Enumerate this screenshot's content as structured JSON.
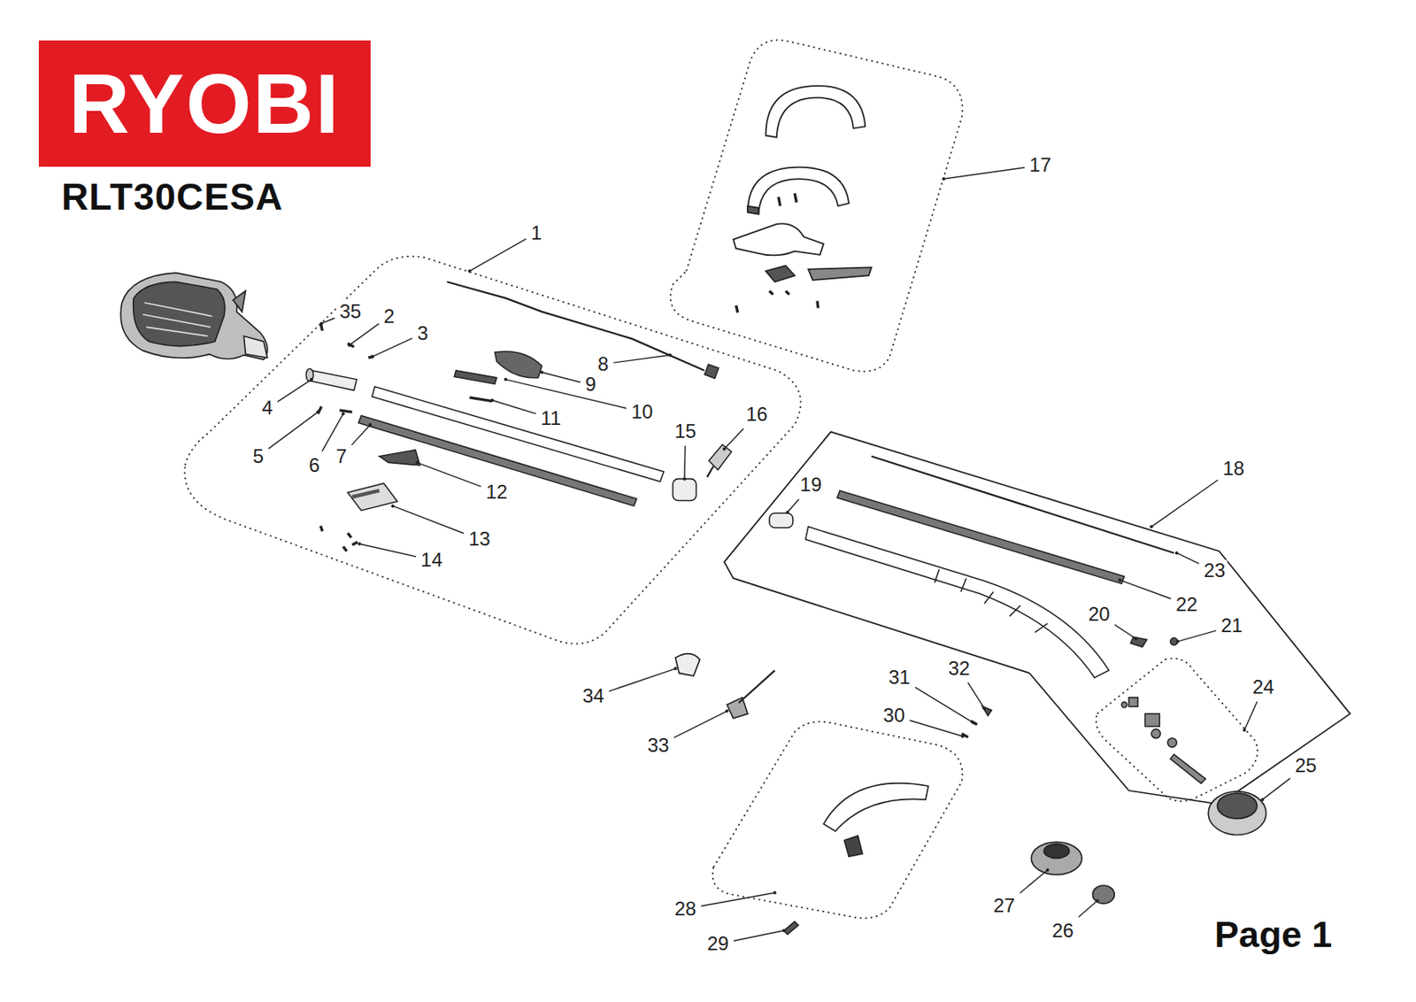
{
  "diagram": {
    "title": "RLT30CESA",
    "nodes": [
      {
        "text": [
          "RYOBI"
        ]
      }
    ],
    "labels": [
      "1",
      "35",
      "2",
      "3",
      "4",
      "5",
      "6",
      "7",
      "8",
      "9",
      "10",
      "11",
      "12",
      "13",
      "14",
      "15",
      "16",
      "17",
      "18",
      "19",
      "20",
      "21",
      "22",
      "23",
      "24",
      "25",
      "26",
      "27",
      "28",
      "29",
      "30",
      "31",
      "32",
      "33",
      "34",
      "Page 1"
    ]
  }
}
